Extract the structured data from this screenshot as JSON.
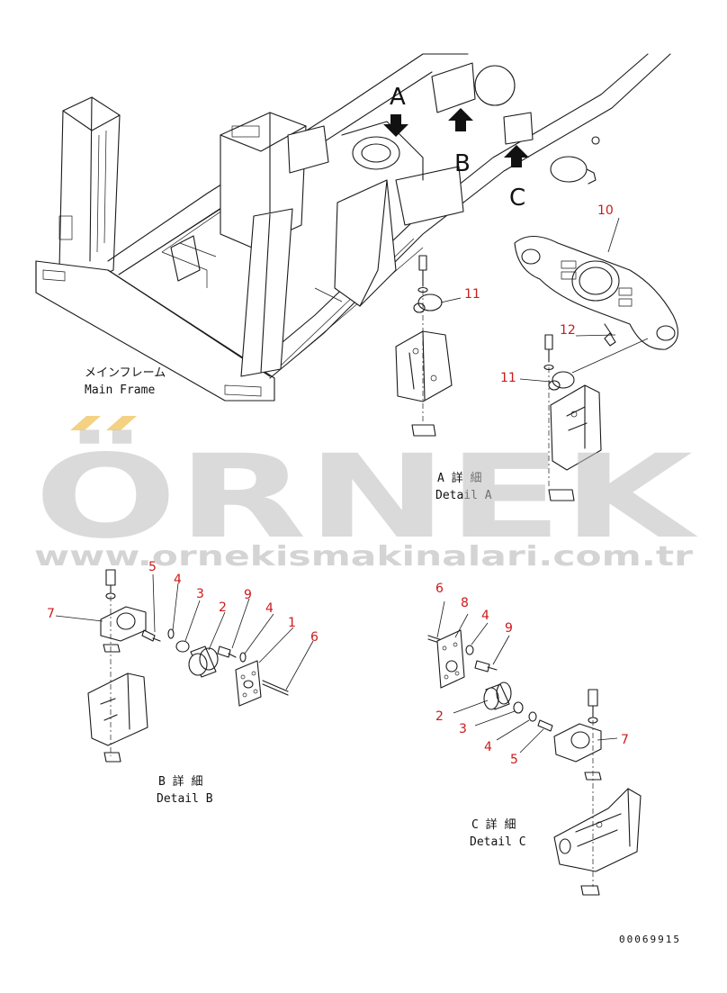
{
  "views": {
    "a": "A",
    "b": "B",
    "c": "C"
  },
  "main_frame": {
    "caption_jp": "メインフレーム",
    "caption_en": "Main Frame"
  },
  "details": {
    "a_jp": "A 詳 細",
    "a_en": "Detail A",
    "b_jp": "B 詳 細",
    "b_en": "Detail B",
    "c_jp": "C 詳 細",
    "c_en": "Detail C"
  },
  "callouts": {
    "detail_a": [
      "10",
      "11",
      "12",
      "11"
    ],
    "detail_b": [
      "5",
      "4",
      "3",
      "9",
      "2",
      "4",
      "1",
      "6",
      "7"
    ],
    "detail_c": [
      "6",
      "8",
      "4",
      "9",
      "2",
      "3",
      "4",
      "5",
      "7"
    ]
  },
  "watermark": {
    "brand": "ÖRNEK",
    "url": "www.ornekismakinalari.com.tr"
  },
  "document_id": "00069915"
}
